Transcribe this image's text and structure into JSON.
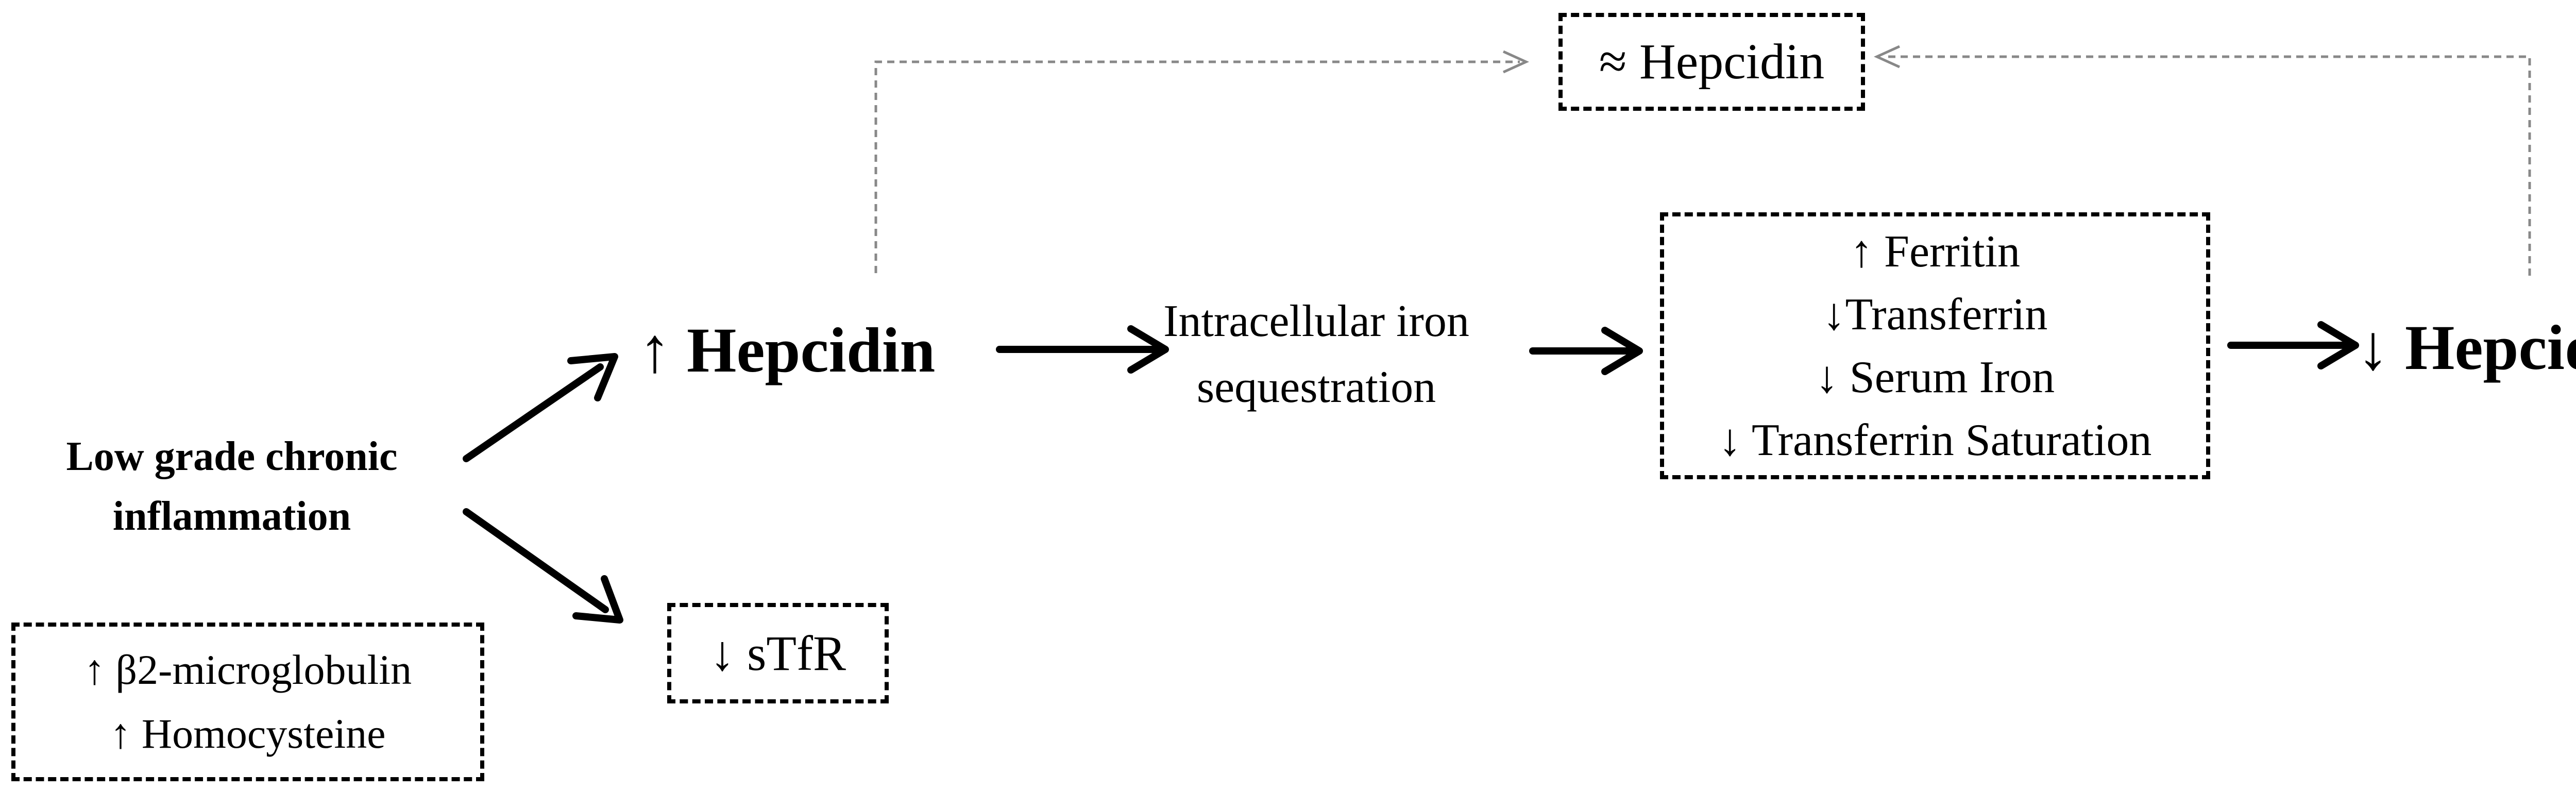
{
  "nodes": {
    "inflammation": {
      "lines": [
        "Low grade chronic",
        "inflammation"
      ]
    },
    "markers": {
      "lines": [
        "↑ β2-microglobulin",
        "↑ Homocysteine"
      ]
    },
    "hepcidin_up": {
      "text": "↑ Hepcidin"
    },
    "stfr": {
      "text": "↓ sTfR"
    },
    "sequestration": {
      "lines": [
        "Intracellular iron",
        "sequestration"
      ]
    },
    "iron_panel": {
      "lines": [
        "↑ Ferritin",
        "↓Transferrin",
        "↓ Serum Iron",
        "↓ Transferrin Saturation"
      ]
    },
    "hepcidin_down": {
      "text": "↓ Hepcidin"
    },
    "hepcidin_approx": {
      "text": "≈ Hepcidin"
    }
  },
  "colors": {
    "ink": "#000000",
    "feedback_line": "#888888",
    "background": "#ffffff"
  }
}
